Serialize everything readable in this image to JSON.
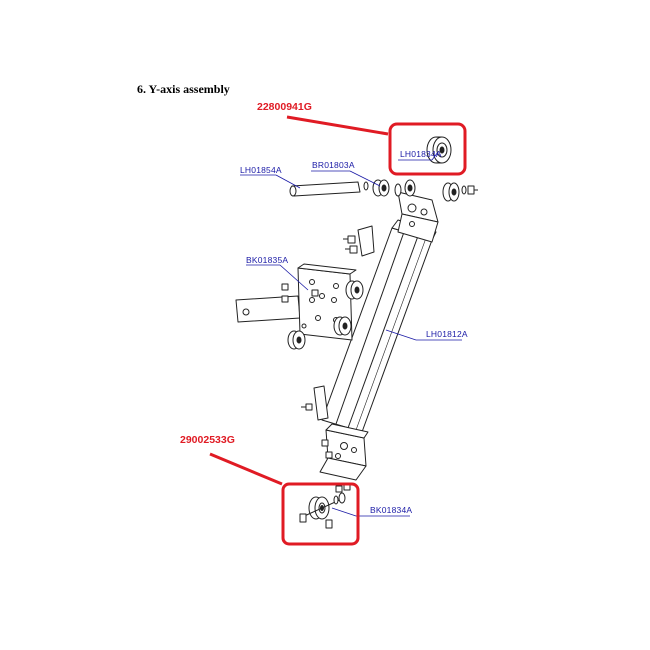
{
  "diagram": {
    "title": "6. Y-axis assembly",
    "callouts": [
      {
        "id": "top",
        "label": "22800941G"
      },
      {
        "id": "bottom",
        "label": "29002533G"
      }
    ],
    "part_labels": {
      "lh01834a": "LH01834A",
      "br01803a": "BR01803A",
      "lh01854a": "LH01854A",
      "bk01835a": "BK01835A",
      "lh01812a": "LH01812A",
      "bk01834a": "BK01834A"
    },
    "colors": {
      "callout": "#e01b24",
      "part_label": "#1a1aa6",
      "leader": "#1a1aa6",
      "line": "#222222"
    }
  }
}
